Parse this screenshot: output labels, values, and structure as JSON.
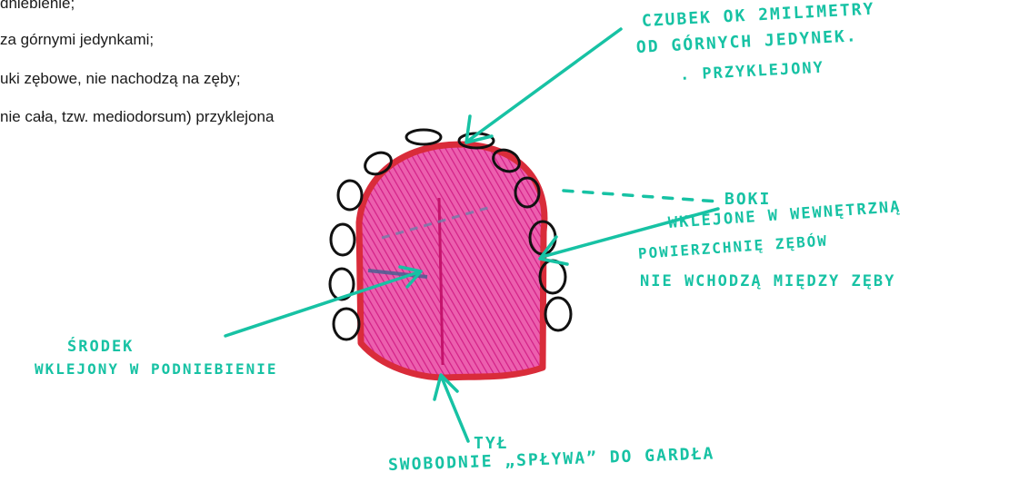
{
  "text_lines": [
    "dniebienie;",
    "za górnymi jedynkami;",
    "uki zębowe, nie nachodzą na zęby;",
    " nie cała, tzw. mediodorsum) przyklejona"
  ],
  "annotations": {
    "czubek": [
      "CZUBEK OK 2MILIMETRY",
      "OD GÓRNYCH JEDYNEK.",
      ". PRZYKLEJONY"
    ],
    "boki": [
      "BOKI",
      "WKLEJONE W WEWNĘTRZNĄ",
      "POWIERZCHNIĘ ZĘBÓW",
      "NIE WCHODZĄ MIĘDZY ZĘBY"
    ],
    "srodek": [
      "ŚRODEK",
      "WKLEJONY W PODNIEBIENIE"
    ],
    "tyl": [
      "TYŁ",
      "SWOBODNIE „SPŁYWA” DO GARDŁA"
    ]
  },
  "colors": {
    "ink": "#17c2a4",
    "tongue_fill": "#e0459c",
    "tongue_outline": "#d92c3a",
    "teeth": "#111111",
    "text": "#1a1a1a"
  }
}
